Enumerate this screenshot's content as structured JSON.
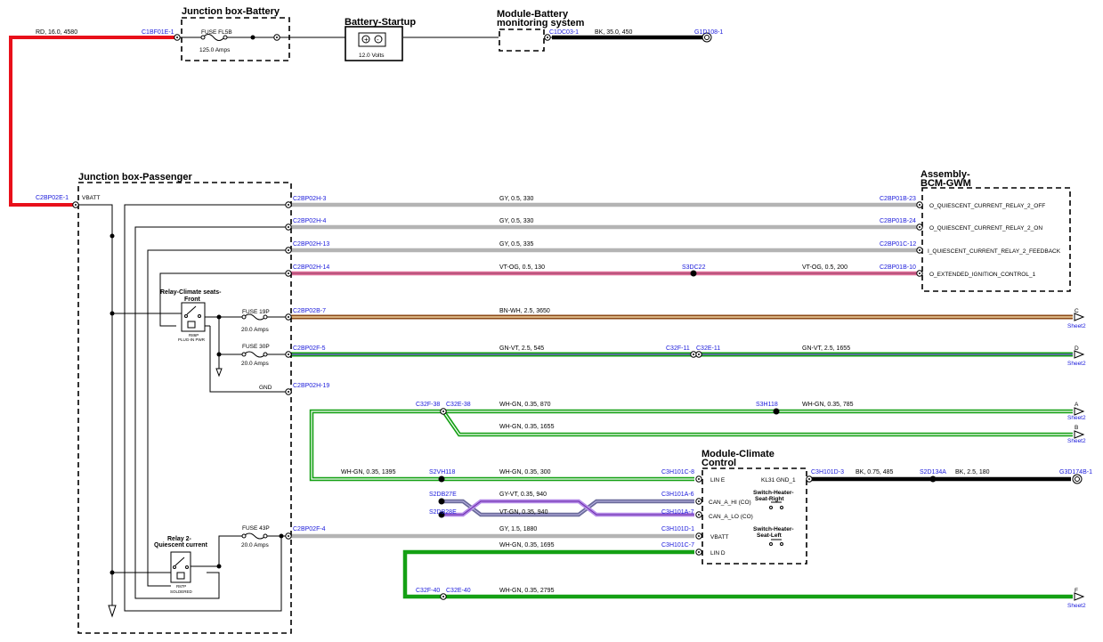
{
  "boxes": {
    "battery_box": "Junction box-Battery",
    "startup": "Battery-Startup",
    "monitor_1": "Module-Battery",
    "monitor_2": "monitoring system",
    "passenger": "Junction box-Passenger",
    "bcm_1": "Assembly-",
    "bcm_2": "BCM-GWM",
    "climate_1": "Module-Climate",
    "climate_2": "Control",
    "relay_climate_1": "Relay-Climate seats-",
    "relay_climate_2": "Front",
    "relay2_1": "Relay 2-",
    "relay2_2": "Quiescent current"
  },
  "top": {
    "wire_label": "RD,  16.0,  4580",
    "c1bf01e": "C1BF01E-1",
    "fuse_name": "FUSE FL5B",
    "fuse_rating": "125.0 Amps",
    "battery_volts": "12.0 Volts",
    "c1dc03": "C1DC03-1",
    "bk_label": "BK,  35.0,  450",
    "g1d108": "G1D108-1"
  },
  "passenger": {
    "c2bp02e": "C2BP02E-1",
    "vbatt": "VBATT",
    "fuse19_name": "FUSE 19P",
    "fuse19_rating": "20.0 Amps",
    "fuse30_name": "FUSE 30P",
    "fuse30_rating": "20.0 Amps",
    "fuse43_name": "FUSE 43P",
    "fuse43_rating": "20.0 Amps",
    "gnd": "GND",
    "relay_climate_sub1": "R86P",
    "relay_climate_sub2": "PLUG-IN PWR",
    "relay2_sub1": "R87P",
    "relay2_sub2": "SOLDERED"
  },
  "bcm": {
    "pins": [
      "O_QUIESCENT_CURRENT_RELAY_2_OFF",
      "O_QUIESCENT_CURRENT_RELAY_2_ON",
      "I_QUIESCENT_CURRENT_RELAY_2_FEEDBACK",
      "O_EXTENDED_IGNITION_CONTROL_1"
    ]
  },
  "wires": [
    {
      "from": "C2BP02H-3",
      "label": "GY,  0.5,  330",
      "to": "C2BP01B-23"
    },
    {
      "from": "C2BP02H-4",
      "label": "GY,  0.5,  330",
      "to": "C2BP01B-24"
    },
    {
      "from": "C2BP02H-13",
      "label": "GY,  0.5,  335",
      "to": "C2BP01C-12"
    },
    {
      "from": "C2BP02H-14",
      "label": "VT-OG,  0.5,  130",
      "splice": "S3DC22",
      "label2": "VT-OG,  0.5,  200",
      "to": "C2BP01B-10"
    },
    {
      "from": "C2BP02B-7",
      "label": "BN-WH,  2.5,  3650",
      "sheet_letter": "C",
      "sheet": "Sheet2"
    },
    {
      "from": "C2BP02F-5",
      "label": "GN-VT,  2.5,  545",
      "mid_a": "C32F-11",
      "mid_b": "C32E-11",
      "label2": "GN-VT,  2.5,  1655",
      "sheet_letter": "D",
      "sheet": "Sheet2"
    },
    {
      "from": "C2BP02H-19"
    }
  ],
  "lin": {
    "c32f38": "C32F-38",
    "c32e38": "C32E-38",
    "wa_label": "WH-GN,  0.35,  870",
    "s3h118": "S3H118",
    "wa_label2": "WH-GN,  0.35,  785",
    "sheet_a": "A",
    "wb_label": "WH-GN,  0.35,  1655",
    "sheet_b": "B",
    "sheet": "Sheet2",
    "lin_left_label": "WH-GN,  0.35,  1395",
    "s2vh118": "S2VH118",
    "lin_e_label": "WH-GN,  0.35,  300",
    "c3h101c8": "C3H101C-8",
    "s2db27e": "S2DB27E",
    "can_hi_label": "GY-VT,  0.35,  940",
    "c3h101a6": "C3H101A-6",
    "s2db28e": "S2DB28E",
    "can_lo_label": "VT-GN,  0.35,  940",
    "c3h101a7": "C3H101A-7",
    "c2bp02f4": "C2BP02F-4",
    "vbatt_label": "GY,  1.5,  1880",
    "c3h101d1": "C3H101D-1",
    "lin_d_label": "WH-GN,  0.35,  1695",
    "c3h101c7": "C3H101C-7",
    "c32f40": "C32F-40",
    "c32e40": "C32E-40",
    "wf_label": "WH-GN,  0.35,  2795",
    "sheet_f": "F"
  },
  "climate": {
    "pins": [
      "LIN E",
      "CAN_A_HI (CO)",
      "CAN_A_LO (CO)",
      "VBATT",
      "LIN D"
    ],
    "kl31": "KL31 GND_1",
    "sw_right_1": "Switch-Heater-",
    "sw_right_2": "Seat-Right",
    "sw_left_1": "Switch-Heater-",
    "sw_left_2": "Seat-Left",
    "c3h101d3": "C3H101D-3",
    "gnd_label1": "BK,  0.75,  485",
    "s2d134a": "S2D134A",
    "gnd_label2": "BK,  2.5,  180",
    "g3d174b": "G3D174B-1"
  },
  "colors": {
    "red": "#e8101a",
    "gray": "#b4b4b4",
    "pink": "#e0709a",
    "black": "#000000",
    "green": "#14a014",
    "purple": "#9a6ad8",
    "blue_text": "#1a1adb"
  }
}
